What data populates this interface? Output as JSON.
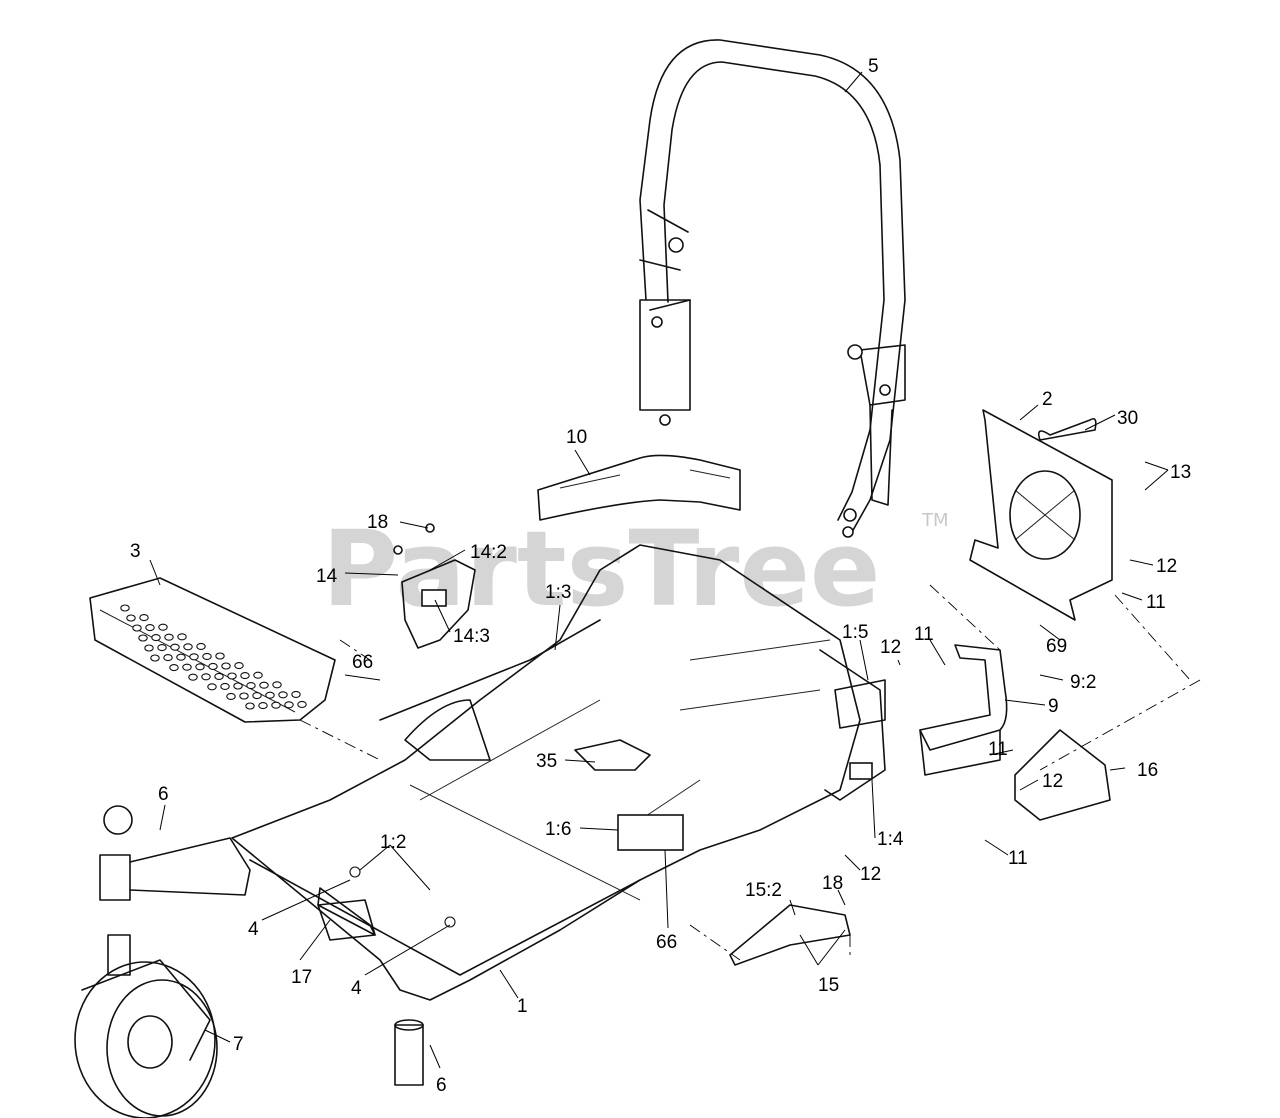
{
  "watermark": {
    "text": "PartsTree",
    "trademark": "TM"
  },
  "callouts": [
    {
      "id": "c5",
      "label": "5"
    },
    {
      "id": "c2",
      "label": "2"
    },
    {
      "id": "c30",
      "label": "30"
    },
    {
      "id": "c13",
      "label": "13"
    },
    {
      "id": "c10",
      "label": "10"
    },
    {
      "id": "c18a",
      "label": "18"
    },
    {
      "id": "c14-2",
      "label": "14:2"
    },
    {
      "id": "c14",
      "label": "14"
    },
    {
      "id": "c3",
      "label": "3"
    },
    {
      "id": "c14-3",
      "label": "14:3"
    },
    {
      "id": "c1-3",
      "label": "1:3"
    },
    {
      "id": "c12a",
      "label": "12"
    },
    {
      "id": "c11a",
      "label": "11"
    },
    {
      "id": "c66a",
      "label": "66"
    },
    {
      "id": "c1-5",
      "label": "1:5"
    },
    {
      "id": "c12b",
      "label": "12"
    },
    {
      "id": "c11b",
      "label": "11"
    },
    {
      "id": "c69",
      "label": "69"
    },
    {
      "id": "c9-2",
      "label": "9:2"
    },
    {
      "id": "c9",
      "label": "9"
    },
    {
      "id": "c35",
      "label": "35"
    },
    {
      "id": "c11c",
      "label": "11"
    },
    {
      "id": "c16",
      "label": "16"
    },
    {
      "id": "c12c",
      "label": "12"
    },
    {
      "id": "c6a",
      "label": "6"
    },
    {
      "id": "c1-2",
      "label": "1:2"
    },
    {
      "id": "c1-6",
      "label": "1:6"
    },
    {
      "id": "c1-4",
      "label": "1:4"
    },
    {
      "id": "c11d",
      "label": "11"
    },
    {
      "id": "c12d",
      "label": "12"
    },
    {
      "id": "c4a",
      "label": "4"
    },
    {
      "id": "c15-2",
      "label": "15:2"
    },
    {
      "id": "c18b",
      "label": "18"
    },
    {
      "id": "c66b",
      "label": "66"
    },
    {
      "id": "c17",
      "label": "17"
    },
    {
      "id": "c4b",
      "label": "4"
    },
    {
      "id": "c15",
      "label": "15"
    },
    {
      "id": "c1",
      "label": "1"
    },
    {
      "id": "c7",
      "label": "7"
    },
    {
      "id": "c6b",
      "label": "6"
    }
  ]
}
